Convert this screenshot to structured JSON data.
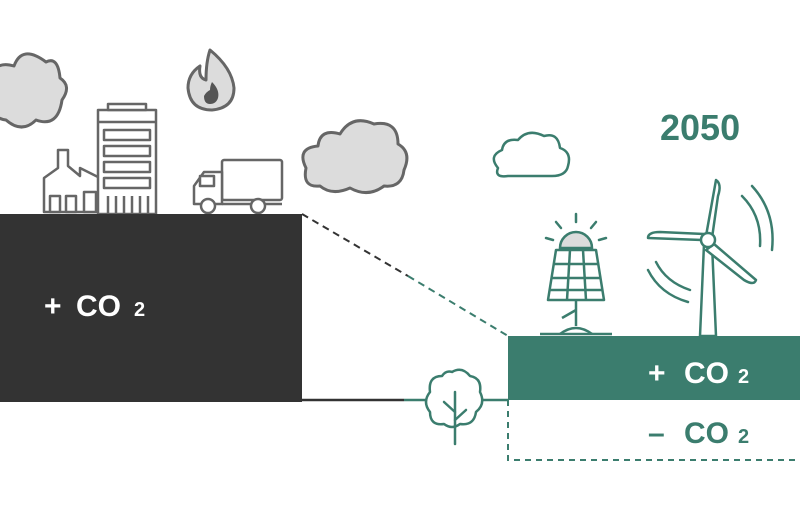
{
  "colors": {
    "emissions_block": "#333333",
    "green": "#3b7d6e",
    "cloud_gray": "#dcdcdc",
    "cloud_outline": "#666666",
    "icon_gray": "#666666",
    "white": "#ffffff"
  },
  "year": "2050",
  "left_block": {
    "sign": "+",
    "label": "CO",
    "subscript": "2"
  },
  "right_block": {
    "plus": {
      "sign": "+",
      "label": "CO",
      "subscript": "2"
    },
    "minus": {
      "sign": "–",
      "label": "CO",
      "subscript": "2"
    }
  },
  "icons": [
    "cloud-icon",
    "flame-icon",
    "factory-icon",
    "office-building-icon",
    "truck-icon",
    "solar-panel-icon",
    "sun-icon",
    "wind-turbine-icon",
    "tree-icon"
  ]
}
